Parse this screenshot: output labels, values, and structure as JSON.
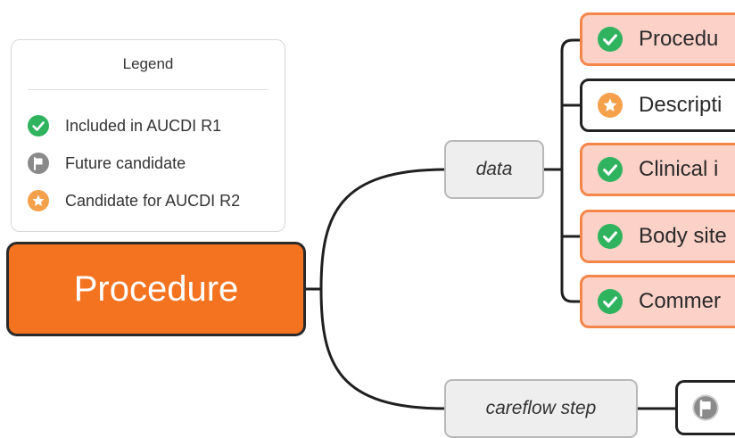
{
  "legend": {
    "title": "Legend",
    "items": [
      {
        "icon": "check-icon",
        "label": "Included in AUCDI R1"
      },
      {
        "icon": "flag-icon",
        "label": "Future candidate"
      },
      {
        "icon": "star-icon",
        "label": "Candidate for AUCDI R2"
      }
    ]
  },
  "root": {
    "label": "Procedure",
    "color": "#f47320"
  },
  "groups": {
    "data": "data",
    "careflow": "careflow step"
  },
  "data_items": [
    {
      "label": "Procedu",
      "status": "included-r1"
    },
    {
      "label": "Descripti",
      "status": "candidate-r2"
    },
    {
      "label": "Clinical i",
      "status": "included-r1"
    },
    {
      "label": "Body site",
      "status": "included-r1"
    },
    {
      "label": "Commer",
      "status": "included-r1"
    }
  ],
  "careflow_items": [
    {
      "label": "",
      "status": "future-candidate"
    }
  ],
  "colors": {
    "included": "#2fb35e",
    "future": "#8a8a8a",
    "candidate": "#f5a04a",
    "r1_fill": "#fcd2c8",
    "r1_border": "#f4864a"
  }
}
